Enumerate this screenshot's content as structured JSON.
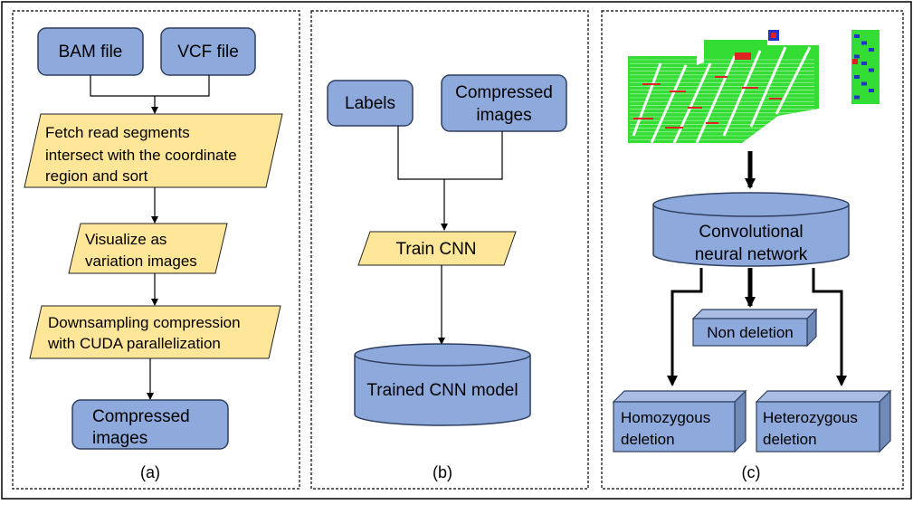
{
  "colors": {
    "box_fill": "#8ea9db",
    "box_stroke": "#2f3f5f",
    "para_fill": "#ffe699",
    "para_stroke": "#222222",
    "read_green": "#33dd33",
    "read_red": "#dd2222",
    "read_blue": "#2233cc"
  },
  "panel_a": {
    "bam_file": "BAM file",
    "vcf_file": "VCF file",
    "fetch_line1": "Fetch read segments",
    "fetch_line2": "intersect with the coordinate",
    "fetch_line3": "region and sort",
    "visualize_line1": "Visualize as",
    "visualize_line2": "variation images",
    "downsample_line1": "Downsampling compression",
    "downsample_line2": "with CUDA parallelization",
    "compressed_line1": "Compressed",
    "compressed_line2": "images",
    "caption": "(a)"
  },
  "panel_b": {
    "labels": "Labels",
    "compressed_line1": "Compressed",
    "compressed_line2": "images",
    "train_cnn": "Train CNN",
    "trained_model": "Trained CNN model",
    "caption": "(b)"
  },
  "panel_c": {
    "cnn_line1": "Convolutional",
    "cnn_line2": "neural network",
    "non_deletion": "Non deletion",
    "homo_line1": "Homozygous",
    "homo_line2": "deletion",
    "hetero_line1": "Heterozygous",
    "hetero_line2": "deletion",
    "caption": "(c)"
  }
}
